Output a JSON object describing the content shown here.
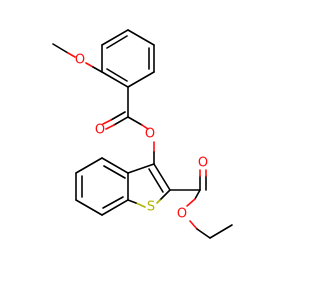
{
  "molecule": {
    "atom_labels": {
      "methoxy_oxygen": "O",
      "carbonyl_oxygen_1": "O",
      "ester_oxygen_1": "O",
      "carbonyl_oxygen_2": "O",
      "ester_oxygen_2": "O",
      "thiophene_sulfur": "S"
    }
  },
  "colors": {
    "oxygen": "#ff0d0d",
    "sulfur": "#b2b200",
    "bond": "#000000",
    "background": "#ffffff"
  }
}
